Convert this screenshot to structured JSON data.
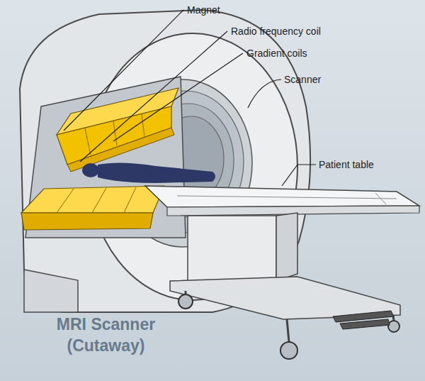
{
  "diagram": {
    "title": "MRI Scanner (Cutaway)",
    "labels": [
      "Magnet",
      "Radio frequency coil",
      "Gradient coils",
      "Scanner",
      "Patient table"
    ]
  }
}
